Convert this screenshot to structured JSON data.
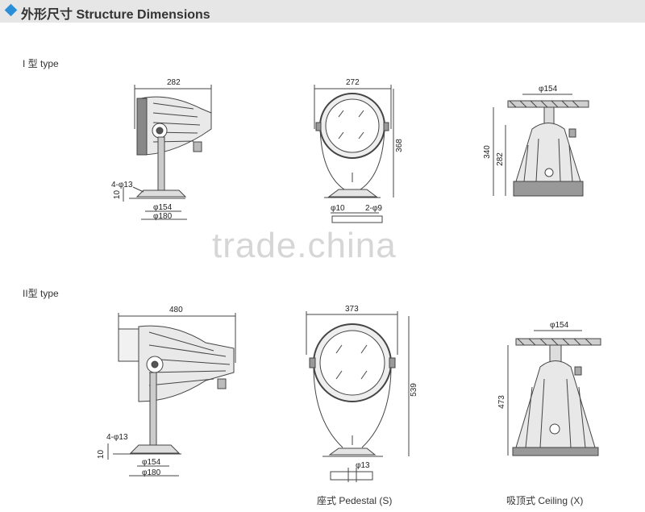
{
  "header": {
    "title": "外形尺寸 Structure Dimensions",
    "accent_color": "#2a8fd8"
  },
  "section1": {
    "label": "I 型 type",
    "side_view": {
      "width": "282",
      "bolt": "4-φ13",
      "height": "10",
      "d_inner": "φ154",
      "d_outer": "φ180"
    },
    "front_view": {
      "width": "272",
      "height": "368",
      "hole": "φ10",
      "holes": "2-φ9"
    },
    "ceiling_view": {
      "d_plate": "φ154",
      "total_height": "340",
      "height": "282"
    }
  },
  "section2": {
    "label": "II型 type",
    "side_view": {
      "width": "480",
      "bolt": "4-φ13",
      "height": "10",
      "d_inner": "φ154",
      "d_outer": "φ180"
    },
    "front_view": {
      "width": "373",
      "height": "539",
      "hole": "φ13"
    },
    "ceiling_view": {
      "d_plate": "φ154",
      "height": "473"
    }
  },
  "captions": {
    "pedestal": "座式 Pedestal (S)",
    "ceiling": "吸顶式 Ceiling (X)"
  },
  "watermark": "trade.china"
}
